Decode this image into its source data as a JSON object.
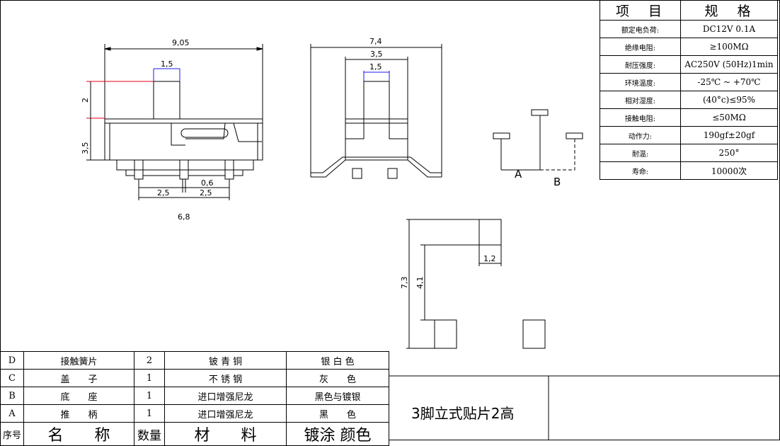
{
  "spec_table": {
    "header": {
      "item": "项　目",
      "value": "规　格"
    },
    "rows": [
      {
        "label": "额定电负荷:",
        "value": "DC12V 0.1A"
      },
      {
        "label": "绝缘电阻:",
        "value": "≥100MΩ"
      },
      {
        "label": "耐压强度:",
        "value": "AC250V (50Hz)1min"
      },
      {
        "label": "环境温度:",
        "value": "-25℃ ~ +70℃"
      },
      {
        "label": "相对湿度:",
        "value": "(40°c)≤95%"
      },
      {
        "label": "接触电阻:",
        "value": "≤50MΩ"
      },
      {
        "label": "动作力:",
        "value": "190gf±20gf"
      },
      {
        "label": "耐温:",
        "value": "250°"
      },
      {
        "label": "寿命:",
        "value": "10000次"
      }
    ]
  },
  "bom_table": {
    "rows": [
      {
        "no": "D",
        "name": "接触簧片",
        "qty": "2",
        "material": "铍 青 铜",
        "finish": "银 白 色"
      },
      {
        "no": "C",
        "name": "盖　　子",
        "qty": "1",
        "material": "不 锈 钢",
        "finish": "灰　　色"
      },
      {
        "no": "B",
        "name": "底　　座",
        "qty": "1",
        "material": "进口增强尼龙",
        "finish": "黑色与镀银"
      },
      {
        "no": "A",
        "name": "推　　柄",
        "qty": "1",
        "material": "进口增强尼龙",
        "finish": "黑　　色"
      }
    ],
    "header": {
      "no": "序号",
      "name": "名　　称",
      "qty": "数量",
      "material": "材　　料",
      "finish": "镀涂 颜色"
    }
  },
  "drawing_title": "3脚立式贴片2高",
  "dimensions": {
    "front_width": "9,05",
    "front_lever": "1,5",
    "front_lever_height": "2",
    "front_body_height": "3,5",
    "pin_pitch_left": "2,5",
    "pin_pitch_right": "2,5",
    "pin_width": "0,6",
    "pin_span": "6,8",
    "side_total": "7,4",
    "side_body": "3,5",
    "side_lever": "1,5",
    "pad_total_height": "7,3",
    "pad_offset": "4,1",
    "pad_width": "1,2"
  },
  "schematic": {
    "label_a": "A",
    "label_b": "B"
  },
  "colors": {
    "dimension_accent_red": "#e0001a",
    "dimension_accent_blue": "#1a1aee"
  }
}
